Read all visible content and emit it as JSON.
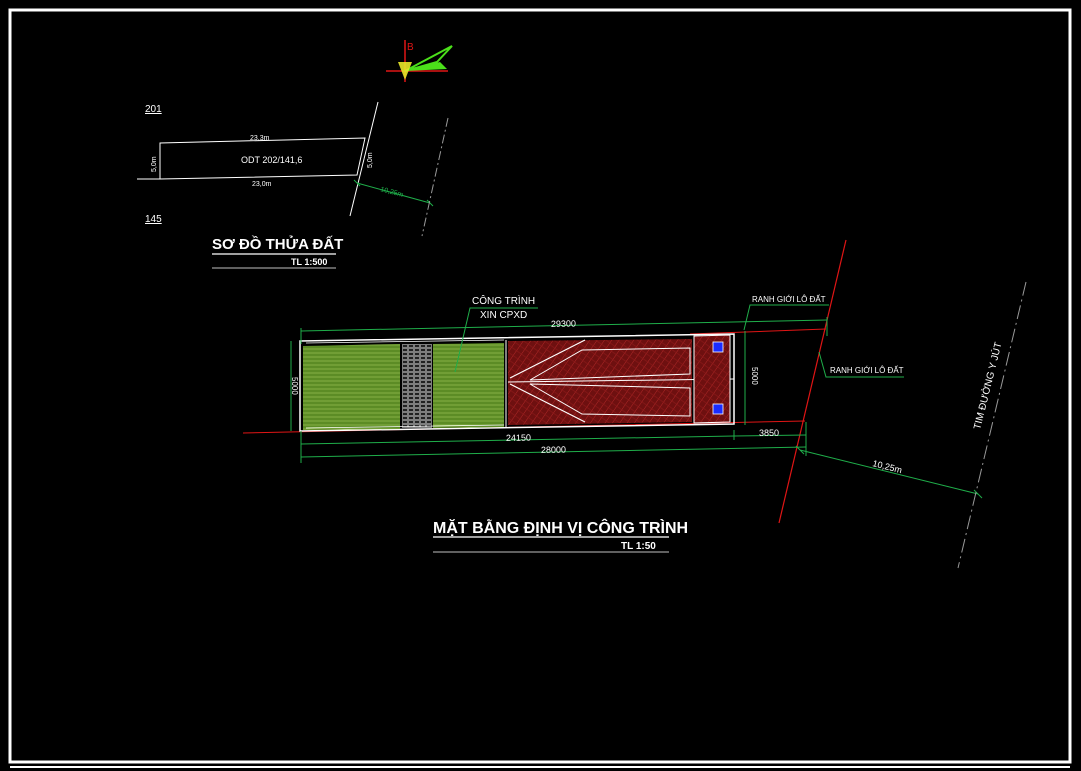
{
  "site_plan": {
    "parcel_top": "201",
    "parcel_bottom": "145",
    "top_length": "23,3m",
    "bottom_length": "23,0m",
    "left_width": "5,0m",
    "right_width": "5,0m",
    "parcel_code": "ODT 202/141,6",
    "road_offset": "10,25m",
    "title": "SƠ ĐỒ THỬA ĐẤT",
    "scale": "TL 1:500"
  },
  "north_arrow": {
    "label": "B"
  },
  "layout_plan": {
    "building_label_line1": "CÔNG TRÌNH",
    "building_label_line2": "XIN CPXD",
    "boundary_label_1": "RANH GIỚI LÔ ĐẤT",
    "boundary_label_2": "RANH GIỚI LÔ ĐẤT",
    "dim_top": "29300",
    "dim_left": "5000",
    "dim_right": "5000",
    "dim_bottom_1": "24150",
    "dim_bottom_2": "28000",
    "dim_bottom_3": "3850",
    "road_offset": "10,25m",
    "road_axis_label": "TIM ĐƯỜNG Y JÚT",
    "title": "MẶT BẰNG ĐỊNH VỊ CÔNG TRÌNH",
    "scale": "TL 1:50"
  },
  "colors": {
    "background": "#000000",
    "frame": "#ffffff",
    "dimension": "#1fae4a",
    "boundary": "#e01515",
    "lawn": "#6fa02e",
    "roof": "#7a1414",
    "road_axis": "#9a9a9a"
  }
}
